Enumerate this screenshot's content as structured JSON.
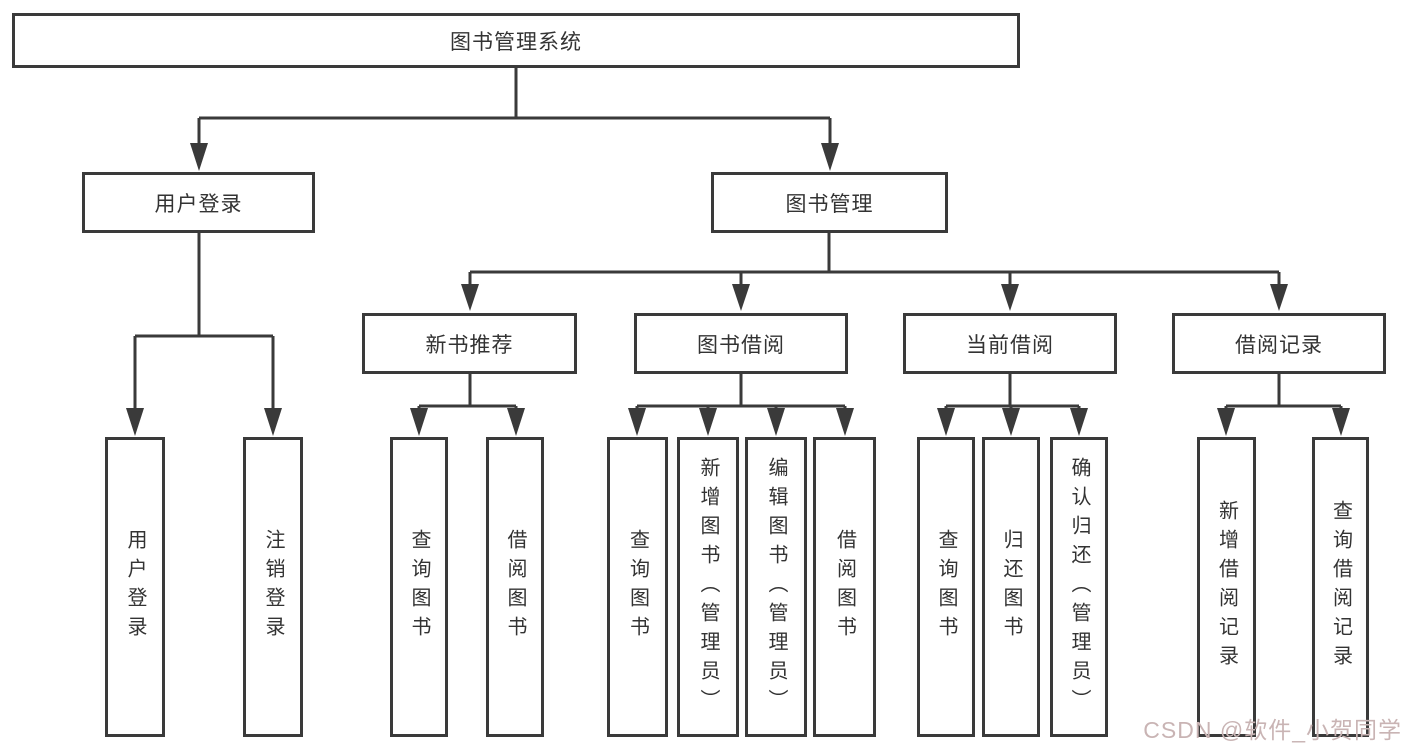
{
  "colors": {
    "line": "#3a3a3a",
    "text": "#333333",
    "background": "#ffffff",
    "watermark": "#c9b4b4"
  },
  "tree": {
    "root": "图书管理系统",
    "branches": [
      {
        "label": "用户登录",
        "children": [
          "用户登录",
          "注销登录"
        ]
      },
      {
        "label": "图书管理",
        "groups": [
          {
            "label": "新书推荐",
            "children": [
              "查询图书",
              "借阅图书"
            ]
          },
          {
            "label": "图书借阅",
            "children": [
              "查询图书",
              "新增图书（管理员）",
              "编辑图书（管理员）",
              "借阅图书"
            ]
          },
          {
            "label": "当前借阅",
            "children": [
              "查询图书",
              "归还图书",
              "确认归还（管理员）"
            ]
          },
          {
            "label": "借阅记录",
            "children": [
              "新增借阅记录",
              "查询借阅记录"
            ]
          }
        ]
      }
    ]
  },
  "watermark": {
    "text": "CSDN @软件_小贺同学"
  }
}
